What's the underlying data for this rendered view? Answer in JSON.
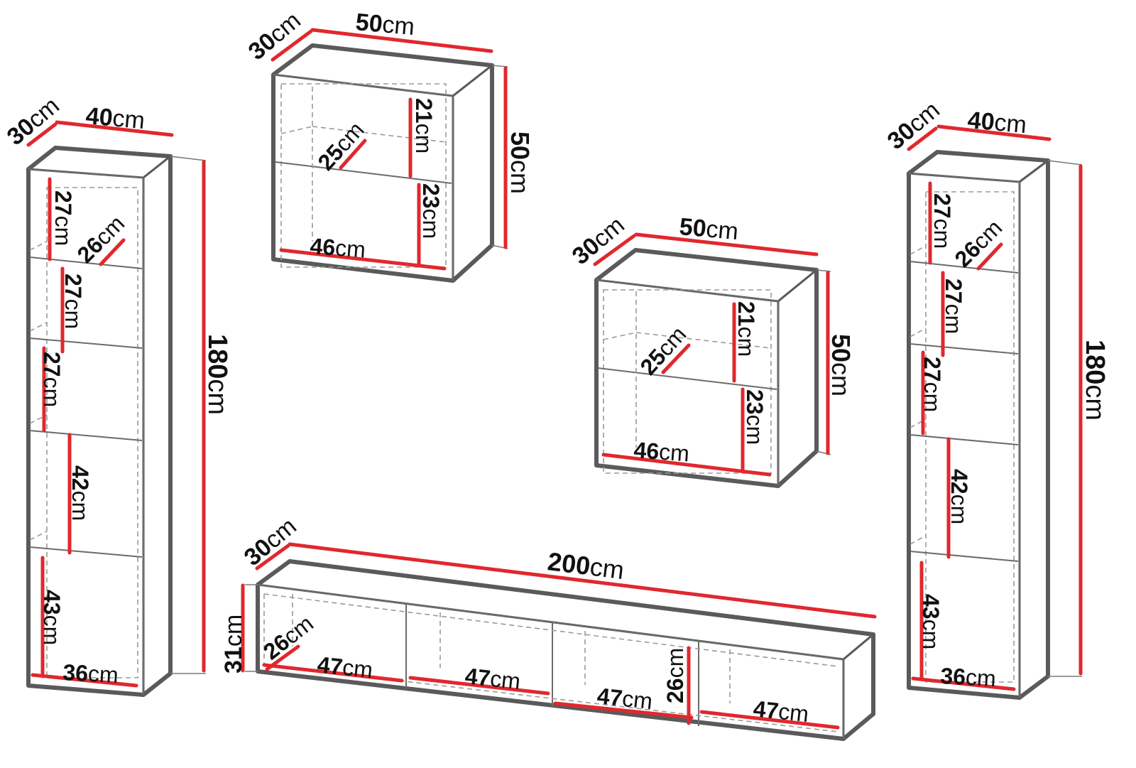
{
  "accent_color": "#e0282e",
  "units": {
    "cm": "cm"
  },
  "left_tall_cabinet": {
    "depth": "30",
    "width": "40",
    "height": "180",
    "shelf_depth": "26",
    "inner_width": "36",
    "compartments": [
      "27",
      "27",
      "27",
      "42",
      "43"
    ]
  },
  "right_tall_cabinet": {
    "depth": "30",
    "width": "40",
    "height": "180",
    "shelf_depth": "26",
    "inner_width": "36",
    "compartments": [
      "27",
      "27",
      "27",
      "42",
      "43"
    ]
  },
  "top_wall_cabinet": {
    "depth": "30",
    "width": "50",
    "height": "50",
    "shelf_depth": "25",
    "inner_width": "46",
    "compartments": [
      "21",
      "23"
    ]
  },
  "middle_wall_cabinet": {
    "depth": "30",
    "width": "50",
    "height": "50",
    "shelf_depth": "25",
    "inner_width": "46",
    "compartments": [
      "21",
      "23"
    ]
  },
  "tv_stand": {
    "depth": "30",
    "width": "200",
    "height": "31",
    "shelf_depth": "26",
    "inner_height": "26",
    "section_widths": [
      "47",
      "47",
      "47",
      "47"
    ]
  }
}
